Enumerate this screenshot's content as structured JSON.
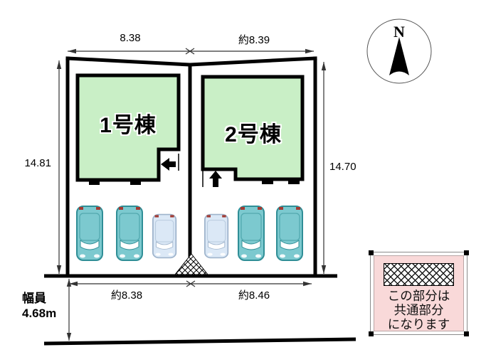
{
  "dimensions": {
    "top_left": "8.38",
    "top_right": "約8.39",
    "left_side": "14.81",
    "right_side": "14.70",
    "bottom_left": "約8.38",
    "bottom_right": "約8.46",
    "road_width_label": "幅員",
    "road_width_value": "4.68m"
  },
  "buildings": [
    {
      "label": "1号棟"
    },
    {
      "label": "2号棟"
    }
  ],
  "compass": {
    "label": "N"
  },
  "legend": {
    "lines": [
      "この部分は",
      "共通部分",
      "になります"
    ]
  },
  "colors": {
    "building_fill": "#c9efc6",
    "car_teal": "#7cc9cf",
    "car_teal_stroke": "#2f8e96",
    "car_light": "#dbe8f6",
    "car_light_stroke": "#9fb4cc",
    "legend_bg": "#f9d9d9"
  }
}
